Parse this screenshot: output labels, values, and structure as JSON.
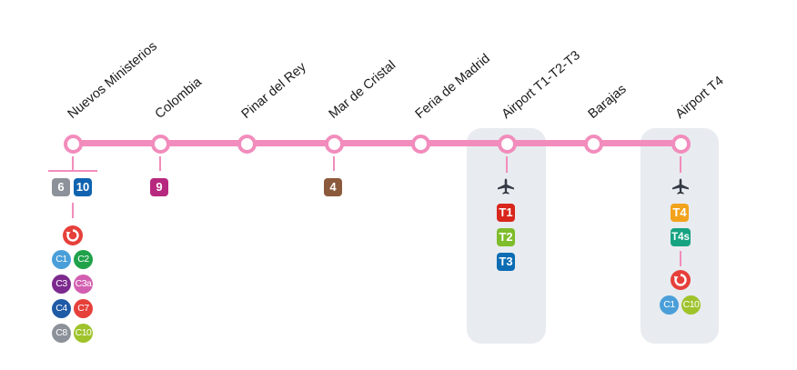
{
  "stations": [
    {
      "name": "Nuevos Ministerios"
    },
    {
      "name": "Colombia"
    },
    {
      "name": "Pinar del Rey"
    },
    {
      "name": "Mar de Cristal"
    },
    {
      "name": "Feria de Madrid"
    },
    {
      "name": "Airport T1-T2-T3"
    },
    {
      "name": "Barajas"
    },
    {
      "name": "Airport T4"
    }
  ],
  "connections": {
    "nuevos_ministerios": {
      "metro": [
        {
          "label": "6",
          "color": "#8d9199"
        },
        {
          "label": "10",
          "color": "#1063b0"
        }
      ],
      "cercanias_icon": "cercanias-icon",
      "cercanias": [
        {
          "label": "C1",
          "color": "#4a9fd9"
        },
        {
          "label": "C2",
          "color": "#1fa24a"
        },
        {
          "label": "C3",
          "color": "#7c2a8e"
        },
        {
          "label": "C3a",
          "color": "#d35fb1"
        },
        {
          "label": "C4",
          "color": "#1f5aa6"
        },
        {
          "label": "C7",
          "color": "#e6403a"
        },
        {
          "label": "C8",
          "color": "#8d9199"
        },
        {
          "label": "C10",
          "color": "#9ec32b"
        }
      ]
    },
    "colombia": {
      "metro": [
        {
          "label": "9",
          "color": "#b7287f"
        }
      ]
    },
    "mar_de_cristal": {
      "metro": [
        {
          "label": "4",
          "color": "#8b5a3c"
        }
      ]
    },
    "airport_t123": {
      "airport_icon": "airplane-icon",
      "terminals": [
        {
          "label": "T1",
          "color": "#d9261c"
        },
        {
          "label": "T2",
          "color": "#7ebd2b"
        },
        {
          "label": "T3",
          "color": "#0c6cb4"
        }
      ]
    },
    "airport_t4": {
      "airport_icon": "airplane-icon",
      "terminals": [
        {
          "label": "T4",
          "color": "#f2a31b"
        },
        {
          "label": "T4s",
          "color": "#16a382"
        }
      ],
      "cercanias_icon": "cercanias-icon",
      "cercanias": [
        {
          "label": "C1",
          "color": "#4a9fd9"
        },
        {
          "label": "C10",
          "color": "#9ec32b"
        }
      ]
    }
  },
  "colors": {
    "line": "#f28cbc",
    "highlight": "#e8ebef",
    "cercanias": "#e6403a",
    "plane": "#333a45"
  }
}
